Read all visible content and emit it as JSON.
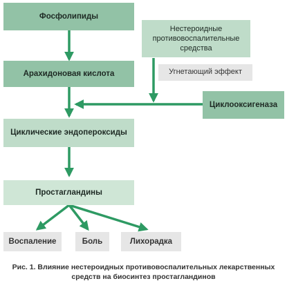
{
  "diagram": {
    "phospholipids": "Фосфолипиды",
    "nsaids": "Нестероидные противовоспалительные средства",
    "arachidonic_acid": "Арахидоновая кислота",
    "inhibitory_effect": "Угнетающий эффект",
    "cyclooxygenase": "Циклооксигеназа",
    "cyclic_endoperoxides": "Циклические эндопероксиды",
    "prostaglandins": "Простагландины",
    "inflammation": "Воспаление",
    "pain": "Боль",
    "fever": "Лихорадка"
  },
  "caption": "Рис. 1. Влияние нестероидных противовоспалительных лекарственных средств на биосинтез простагландинов",
  "colors": {
    "box_dark": "#92c2a6",
    "box_mid": "#bfdcc9",
    "box_grey": "#e6e6e6",
    "arrow": "#2e9a63"
  }
}
